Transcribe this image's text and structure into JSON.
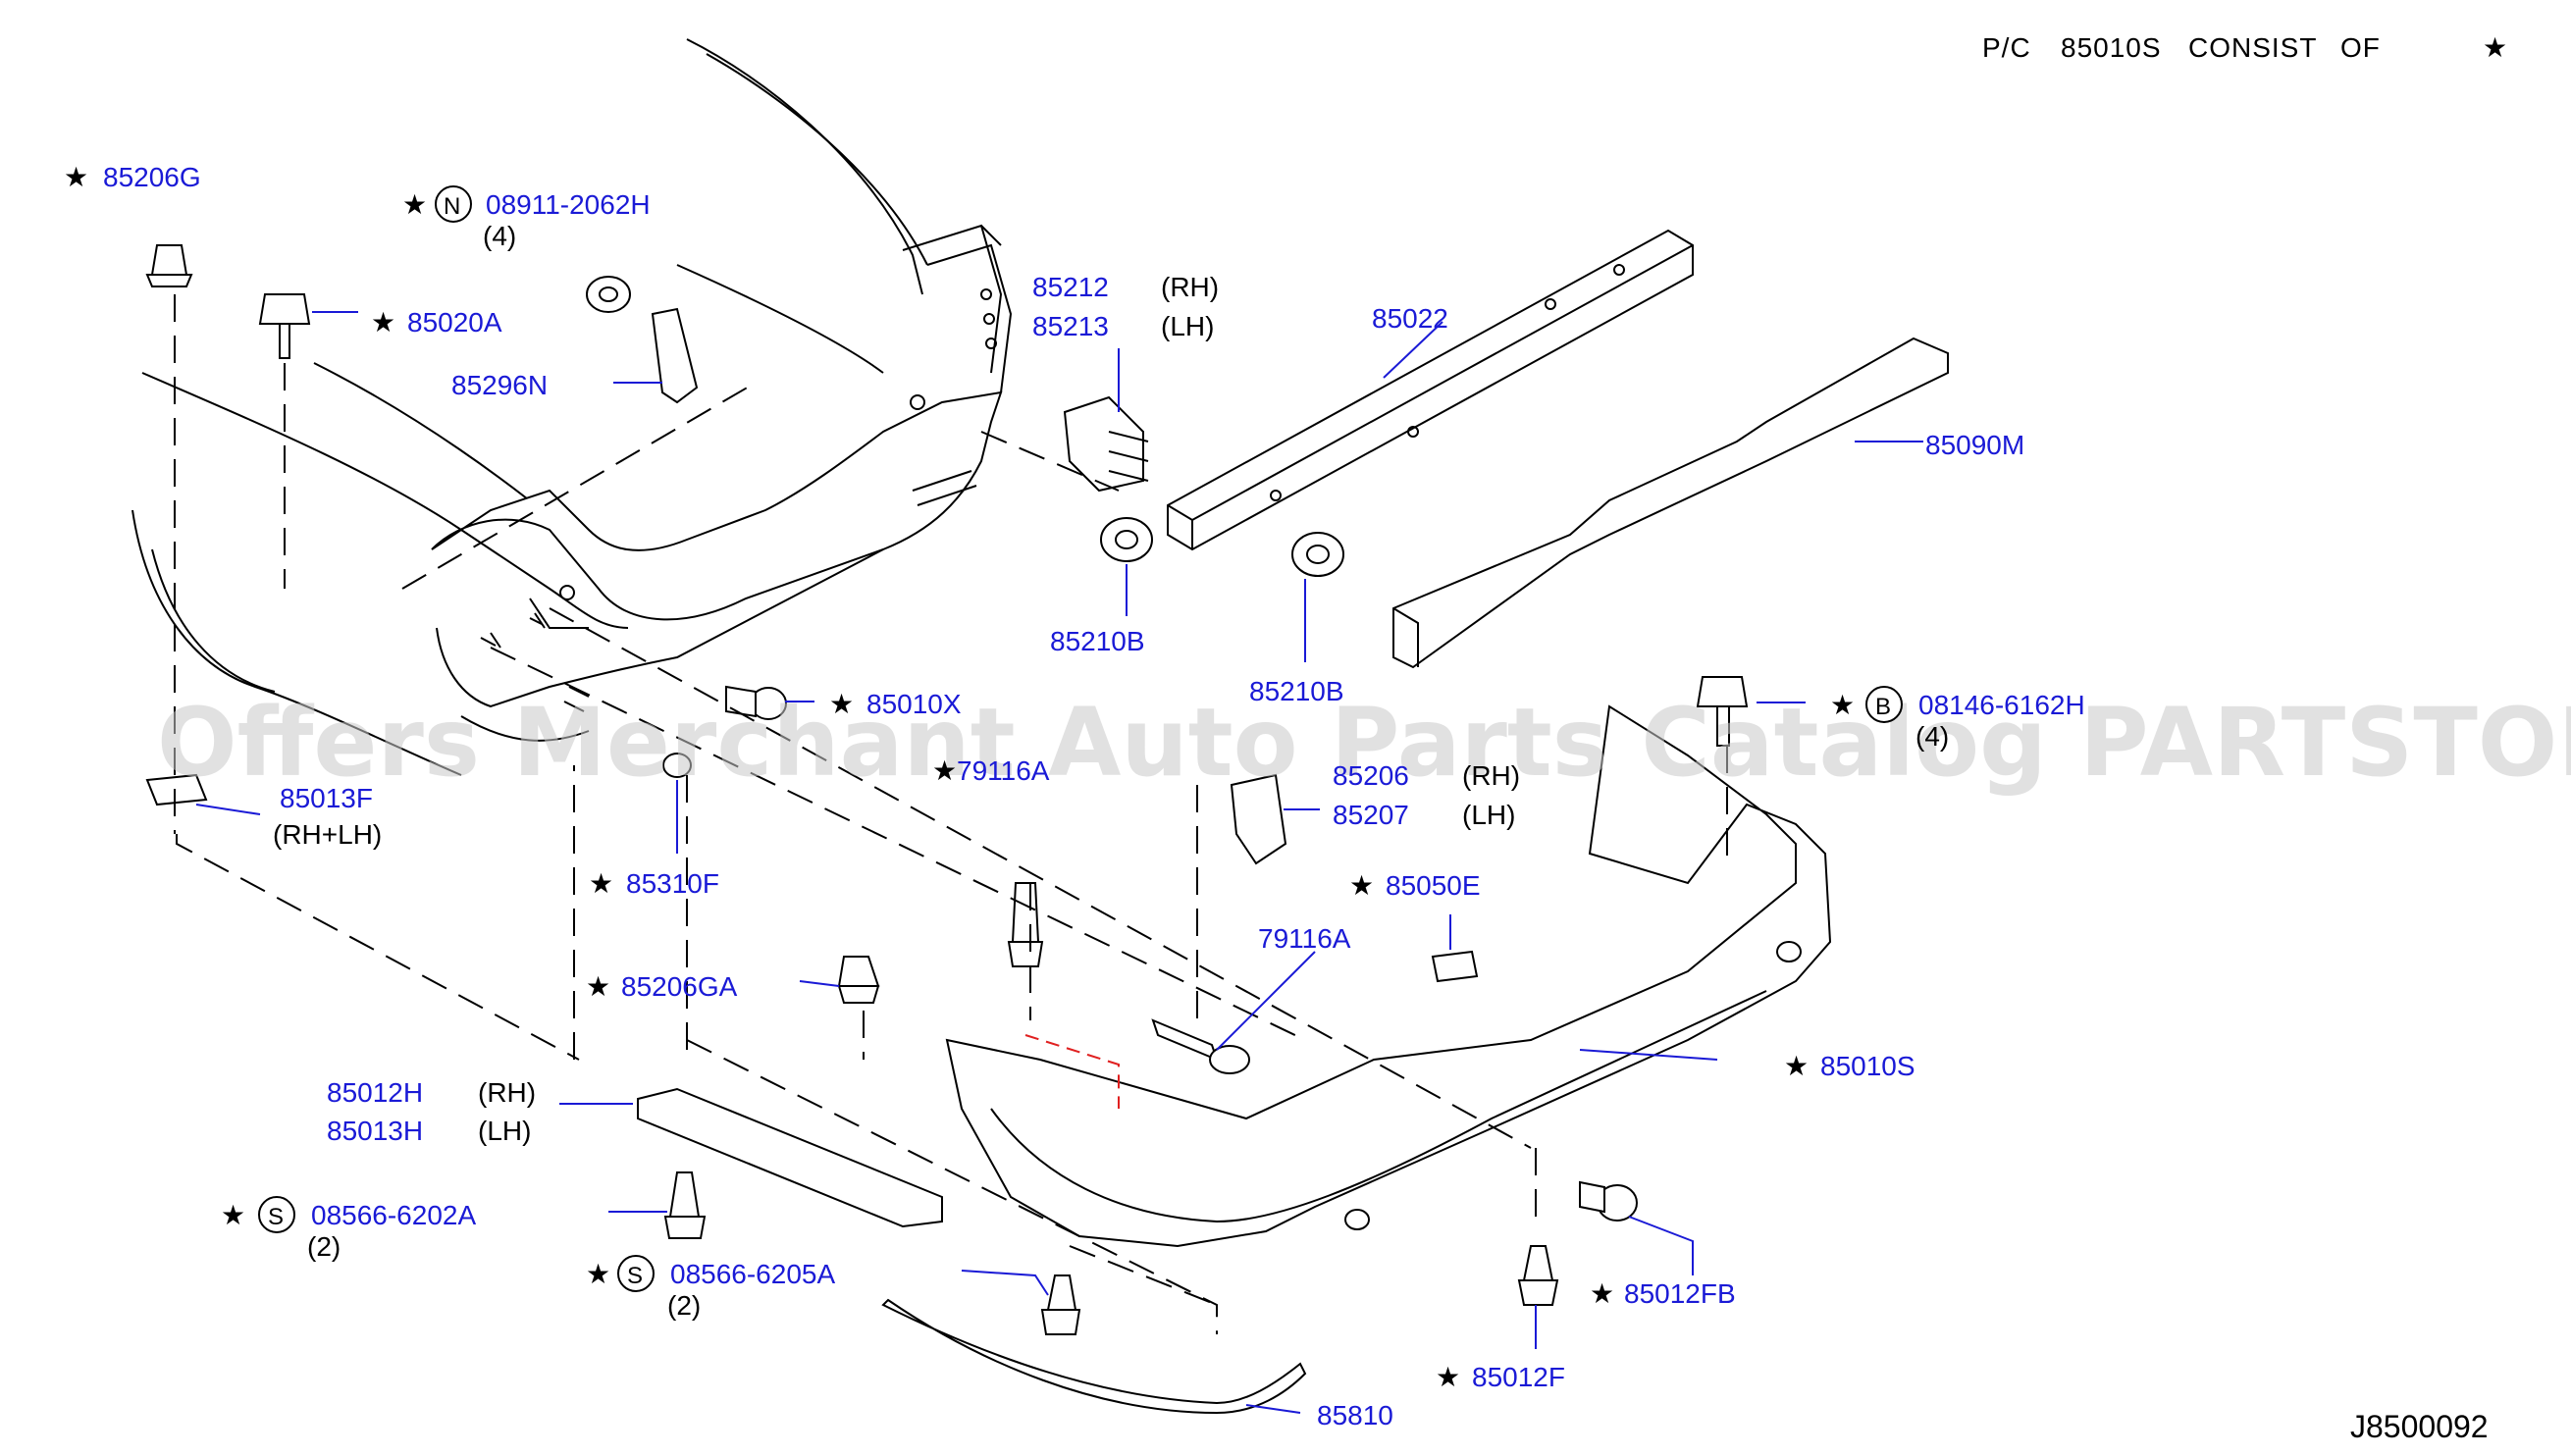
{
  "header": {
    "pc": "P/C",
    "code": "85010S",
    "consist": "CONSIST",
    "of": "OF",
    "star": "★"
  },
  "footer": {
    "diagram_id": "J8500092"
  },
  "watermark": "Offers Merchant Auto Parts Catalog PARTSTORE.SA",
  "star": "★",
  "labels": {
    "p85206G": "85206G",
    "p08911": "08911-2062H",
    "p08911_mark": "N",
    "p08911_qty": "(4)",
    "p85020A": "85020A",
    "p85296N": "85296N",
    "p85212": "85212",
    "p85212_side": "(RH)",
    "p85213": "85213",
    "p85213_side": "(LH)",
    "p85022": "85022",
    "p85090M": "85090M",
    "p85210B_1": "85210B",
    "p85210B_2": "85210B",
    "p85010X": "85010X",
    "p08146": "08146-6162H",
    "p08146_mark": "B",
    "p08146_qty": "(4)",
    "p85013F": "85013F",
    "p85013F_side": "(RH+LH)",
    "p79116A_top": "79116A",
    "p85206": "85206",
    "p85206_side": "(RH)",
    "p85207": "85207",
    "p85207_side": "(LH)",
    "p85310F": "85310F",
    "p85050E": "85050E",
    "p79116A": "79116A",
    "p85206GA": "85206GA",
    "p85010S": "85010S",
    "p85012H": "85012H",
    "p85012H_side": "(RH)",
    "p85013H": "85013H",
    "p85013H_side": "(LH)",
    "p08566_6202A": "08566-6202A",
    "p08566_6202A_mark": "S",
    "p08566_6202A_qty": "(2)",
    "p08566_6205A": "08566-6205A",
    "p08566_6205A_mark": "S",
    "p08566_6205A_qty": "(2)",
    "p85012FB": "85012FB",
    "p85012F": "85012F",
    "p85810": "85810"
  },
  "colors": {
    "part_number": "#1a1ad6",
    "note_text": "#000000",
    "dash_highlight": "#e02020",
    "watermark": "#c8c8c8"
  }
}
